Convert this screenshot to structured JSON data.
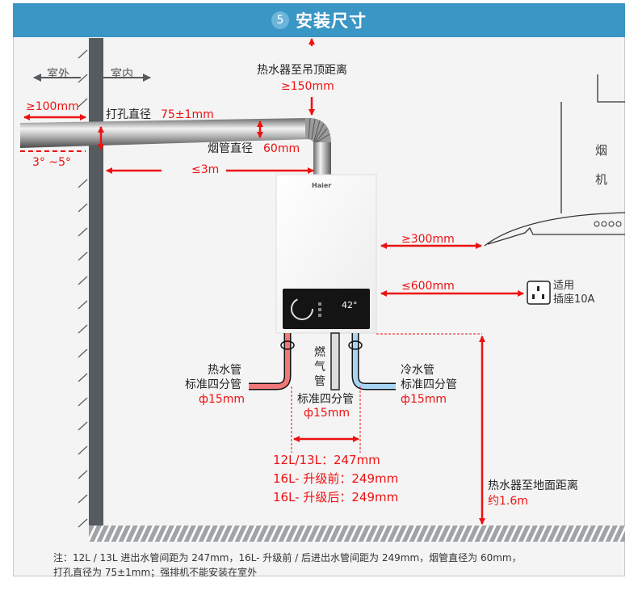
{
  "header": {
    "step_number": "5",
    "title": "安装尺寸"
  },
  "colors": {
    "header_blue": "#3a96c4",
    "dimension_red": "#ee1111",
    "cold_pipe_blue": "#a8d4f4",
    "hot_pipe_red": "#f07878",
    "wall_gray": "#555b5f"
  },
  "wall": {
    "outdoor_label": "室外",
    "indoor_label": "室内"
  },
  "flue": {
    "outdoor_extension": "≥100mm",
    "hole_label": "打孔直径",
    "hole_value": "75±1mm",
    "pipe_diameter_label": "烟管直径",
    "pipe_diameter_value": "60mm",
    "slope": "3° ~5°",
    "max_length": "≤3m"
  },
  "ceiling": {
    "label": "热水器至吊顶距离",
    "value": "≥150mm"
  },
  "heater": {
    "brand": "Haier",
    "display_temp": "42°"
  },
  "range_hood": {
    "label_line1": "烟",
    "label_line2": "机",
    "distance": "≥300mm"
  },
  "socket": {
    "distance": "≤600mm",
    "label_line1": "适用",
    "label_line2": "插座10A"
  },
  "pipes": {
    "hot": {
      "name": "热水管",
      "spec": "标准四分管",
      "diameter": "ф15mm"
    },
    "gas": {
      "name_chars": [
        "燃",
        "气",
        "管"
      ],
      "spec": "标准四分管",
      "diameter": "ф15mm"
    },
    "cold": {
      "name": "冷水管",
      "spec": "标准四分管",
      "diameter": "ф15mm"
    }
  },
  "spacing": {
    "line1": "12L/13L：247mm",
    "line2": "16L- 升级前：249mm",
    "line3": "16L- 升级后：249mm"
  },
  "floor": {
    "label": "热水器至地面距离",
    "value": "约1.6m"
  },
  "note": {
    "line1": "注：12L / 13L 进出水管间距为 247mm，16L- 升级前 / 后进出水管间距为 249mm，烟管直径为 60mm，",
    "line2": "打孔直径为 75±1mm；强排机不能安装在室外"
  }
}
